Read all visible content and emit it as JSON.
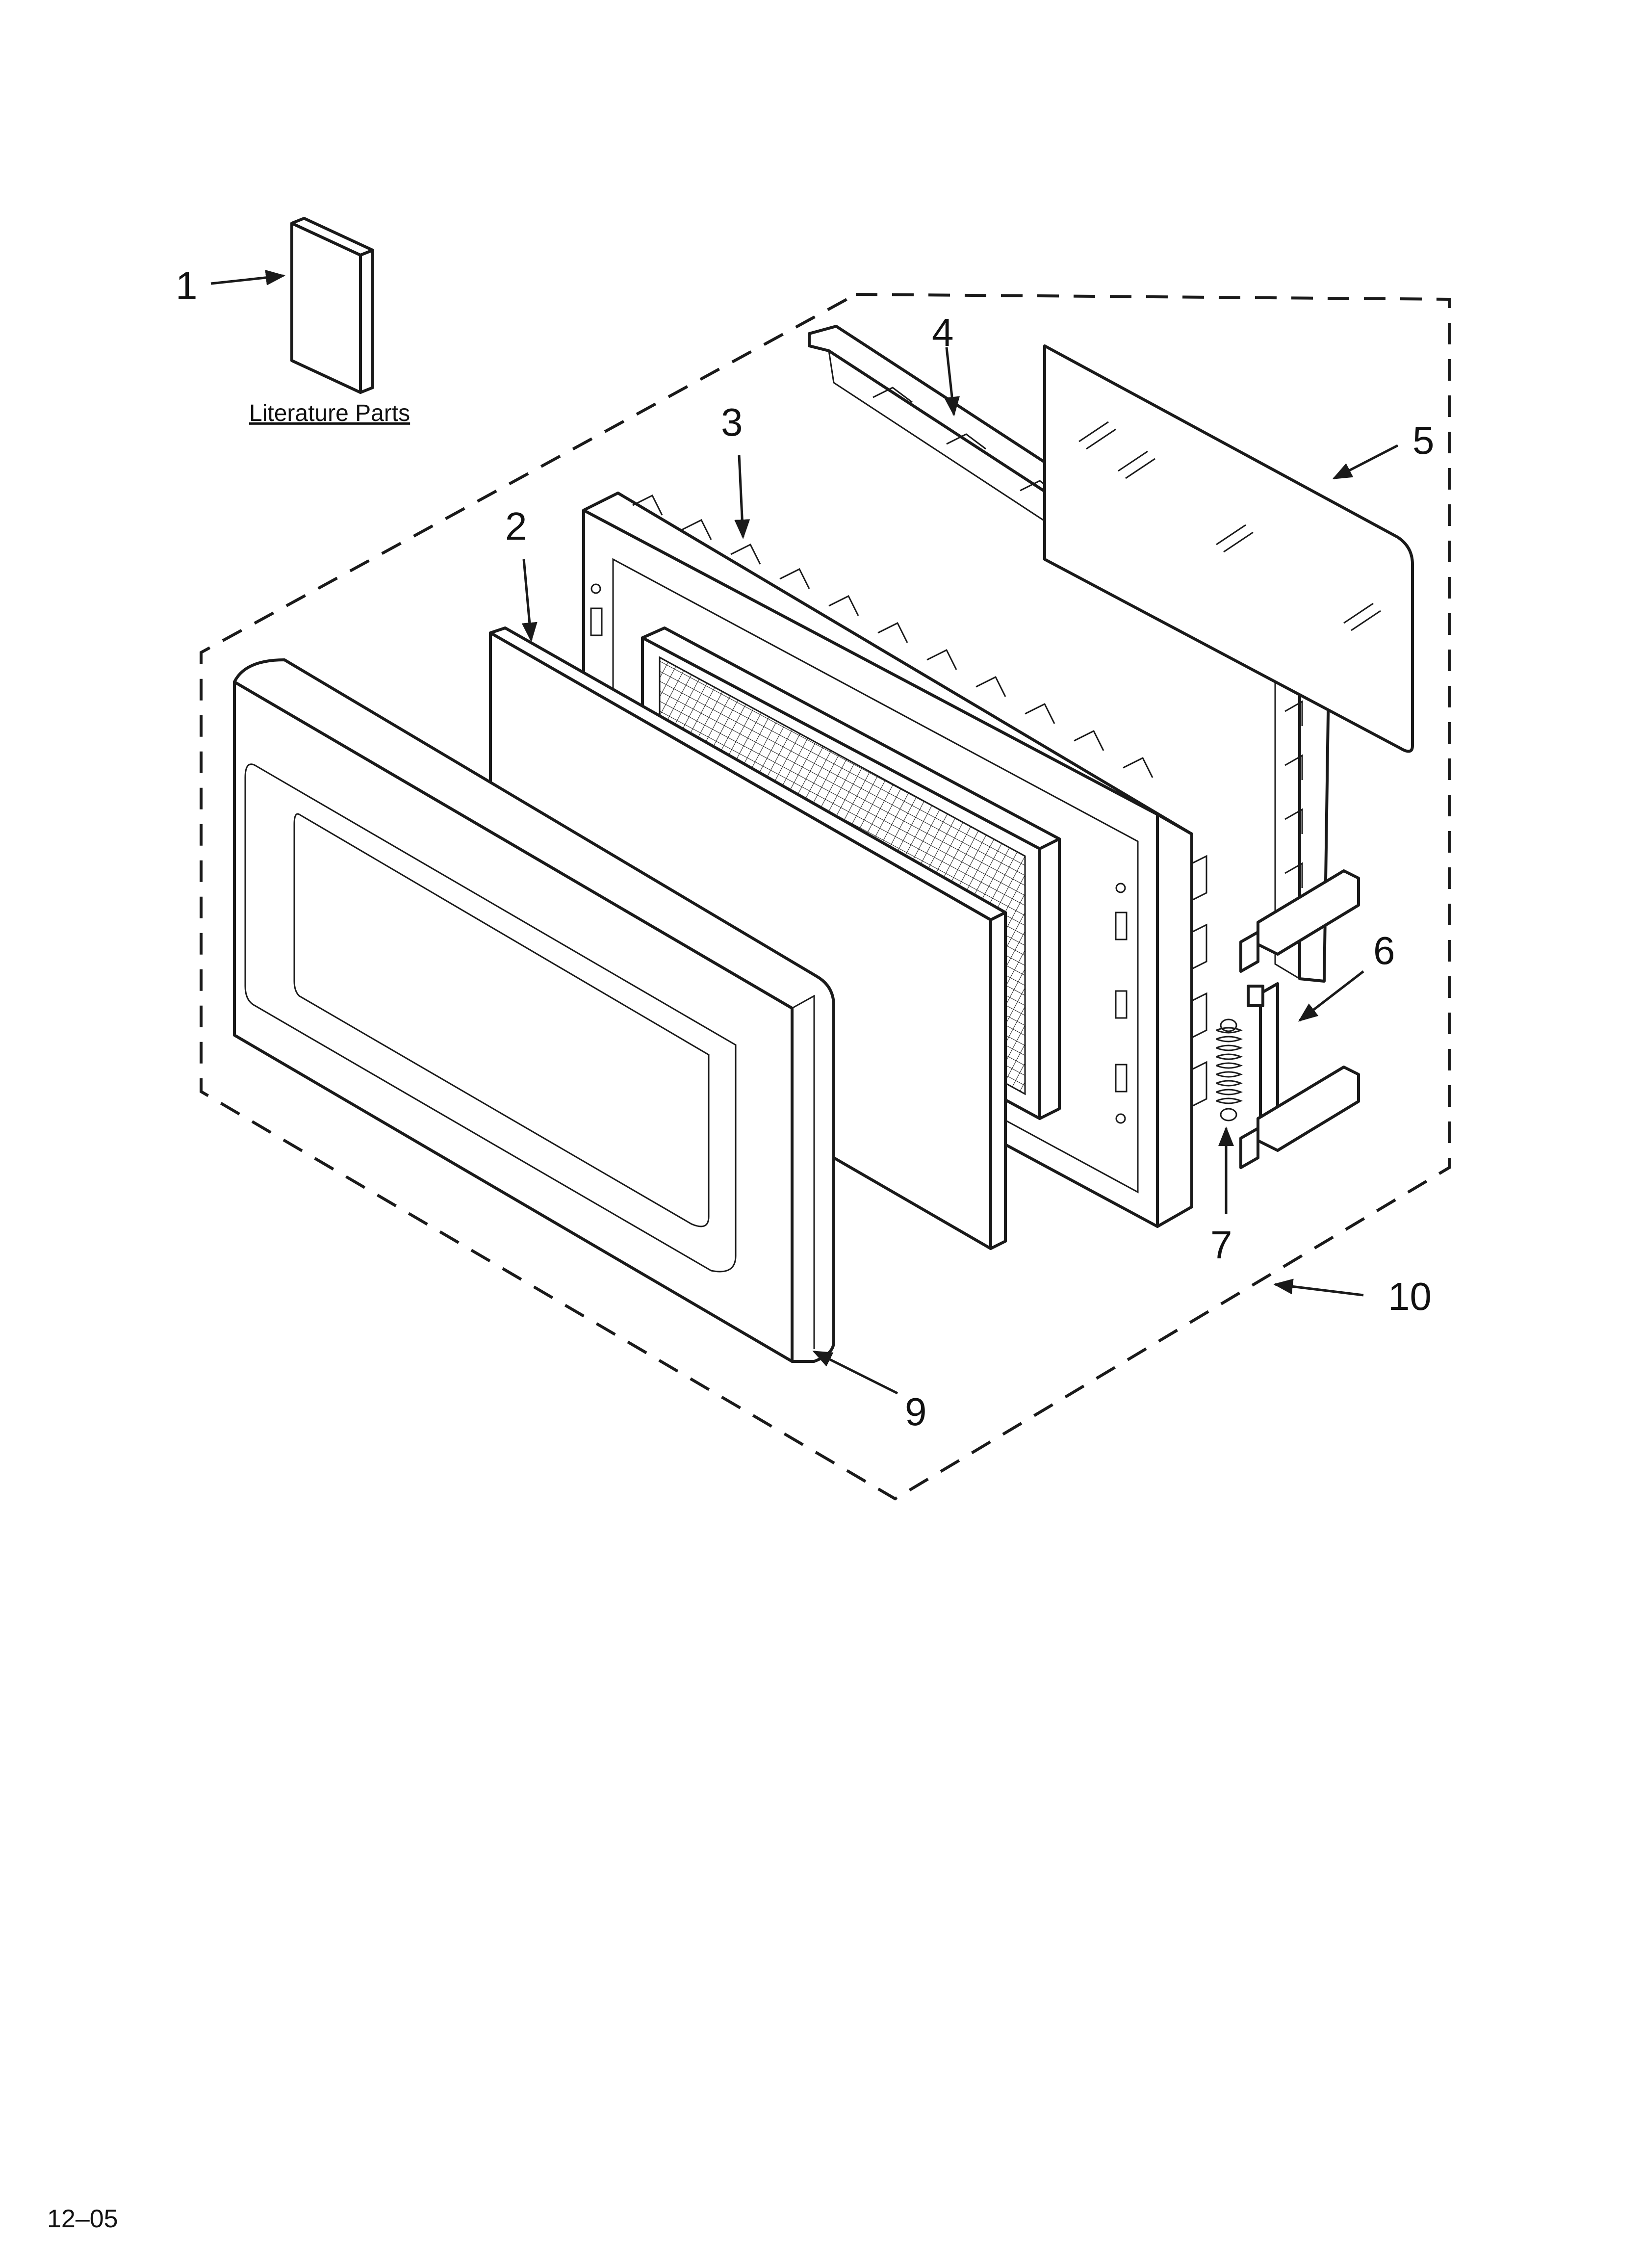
{
  "callouts": {
    "c1": "1",
    "c2": "2",
    "c3": "3",
    "c4": "4",
    "c5": "5",
    "c6": "6",
    "c7": "7",
    "c9": "9",
    "c10": "10"
  },
  "literature_label": "Literature Parts",
  "footer_code": "12–05"
}
